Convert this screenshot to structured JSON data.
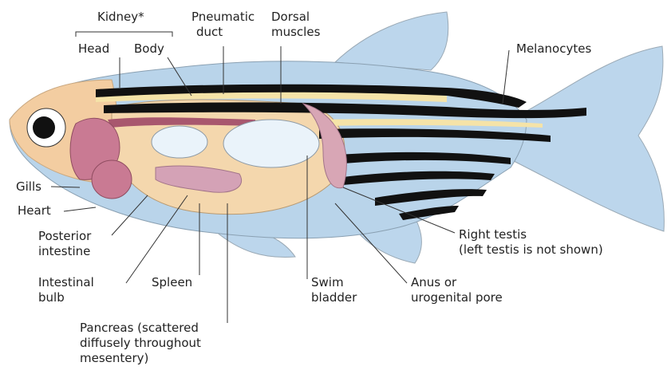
{
  "colors": {
    "body_fill": "#b9d4ea",
    "head_fill": "#f3cda1",
    "fin_fill": "#bcd6ec",
    "stripe_dark": "#111111",
    "stripe_light": "#f5e3a8",
    "organ_pink": "#c97a93",
    "organ_peach": "#f4d7ad",
    "bladder": "#eaf3fa",
    "line": "#333333"
  },
  "labels": {
    "kidney": "Kidney*",
    "head": "Head",
    "body": "Body",
    "pneumatic_duct": [
      "Pneumatic",
      "duct"
    ],
    "dorsal_muscles": [
      "Dorsal",
      "muscles"
    ],
    "melanocytes": "Melanocytes",
    "gills": "Gills",
    "heart": "Heart",
    "posterior_intestine": [
      "Posterior",
      "intestine"
    ],
    "intestinal_bulb": [
      "Intestinal",
      "bulb"
    ],
    "spleen": "Spleen",
    "swim_bladder": [
      "Swim",
      "bladder"
    ],
    "anus": [
      "Anus or",
      "urogenital pore"
    ],
    "right_testis": [
      "Right testis",
      "(left testis is not shown)"
    ],
    "pancreas": [
      "Pancreas (scattered",
      "diffusely throughout",
      "mesentery)"
    ]
  }
}
